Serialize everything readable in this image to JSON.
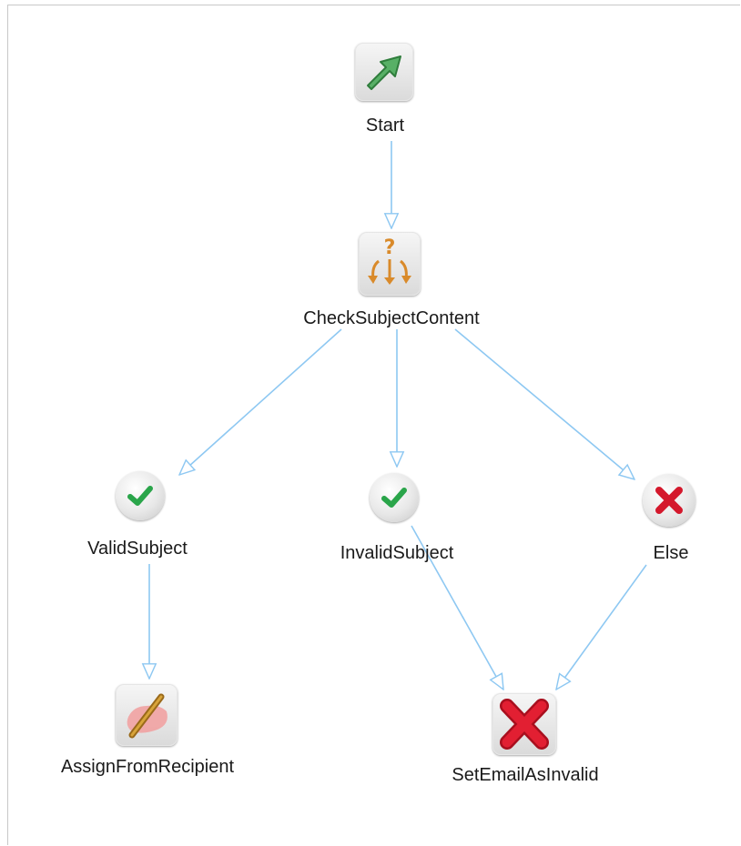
{
  "workflow": {
    "nodes": {
      "start": {
        "label": "Start",
        "icon": "start-arrow-icon"
      },
      "check_subject": {
        "label": "CheckSubjectContent",
        "icon": "decision-icon"
      },
      "valid_subject": {
        "label": "ValidSubject",
        "icon": "check-icon"
      },
      "invalid_subject": {
        "label": "InvalidSubject",
        "icon": "check-icon"
      },
      "else": {
        "label": "Else",
        "icon": "x-icon"
      },
      "assign_from_recipient": {
        "label": "AssignFromRecipient",
        "icon": "assign-icon"
      },
      "set_email_invalid": {
        "label": "SetEmailAsInvalid",
        "icon": "x-icon"
      }
    },
    "edges": [
      {
        "from": "start",
        "to": "check_subject"
      },
      {
        "from": "check_subject",
        "to": "valid_subject"
      },
      {
        "from": "check_subject",
        "to": "invalid_subject"
      },
      {
        "from": "check_subject",
        "to": "else"
      },
      {
        "from": "valid_subject",
        "to": "assign_from_recipient"
      },
      {
        "from": "invalid_subject",
        "to": "set_email_invalid"
      },
      {
        "from": "else",
        "to": "set_email_invalid"
      }
    ],
    "colors": {
      "edge": "#8ec8f2",
      "check": "#2aa54a",
      "x": "#d4182c",
      "start_arrow": "#4aa85a",
      "decision": "#d98a2a"
    }
  }
}
